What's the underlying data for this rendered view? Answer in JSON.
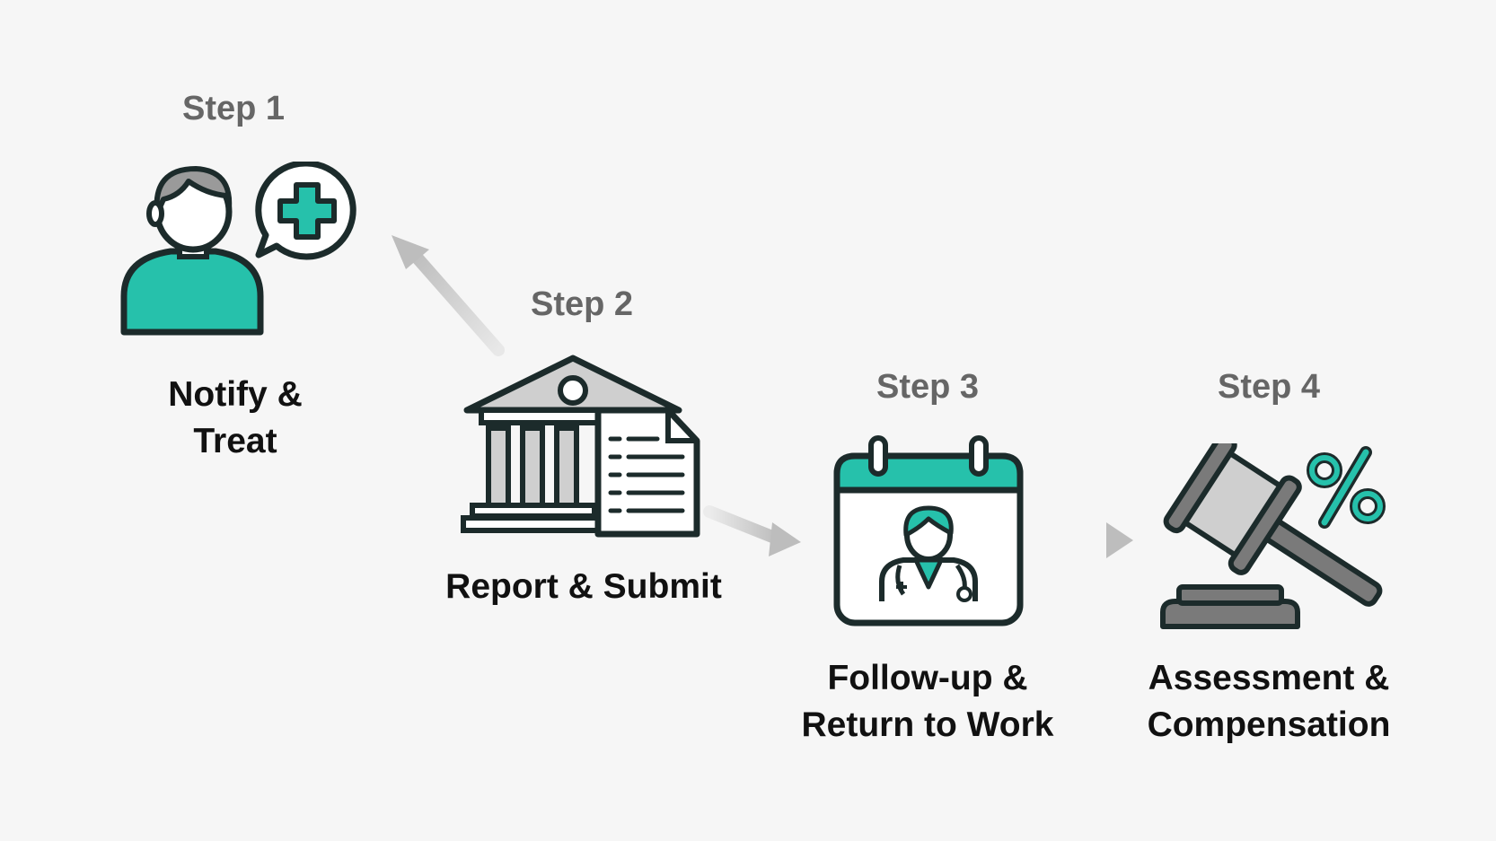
{
  "steps": [
    {
      "label": "Step 1",
      "title_line1": "Notify &",
      "title_line2": "Treat",
      "icon": "person-medical-cross-icon"
    },
    {
      "label": "Step 2",
      "title_line1": "Report & Submit",
      "title_line2": "",
      "icon": "institution-document-icon"
    },
    {
      "label": "Step 3",
      "title_line1": "Follow-up &",
      "title_line2": "Return to Work",
      "icon": "calendar-doctor-icon"
    },
    {
      "label": "Step 4",
      "title_line1": "Assessment &",
      "title_line2": "Compensation",
      "icon": "gavel-percent-icon"
    }
  ],
  "colors": {
    "teal": "#26c1ab",
    "outline": "#1c2b2b",
    "gray": "#9a9a9a",
    "arrow": "#c8c8c8",
    "label": "#666666",
    "title": "#111111"
  }
}
